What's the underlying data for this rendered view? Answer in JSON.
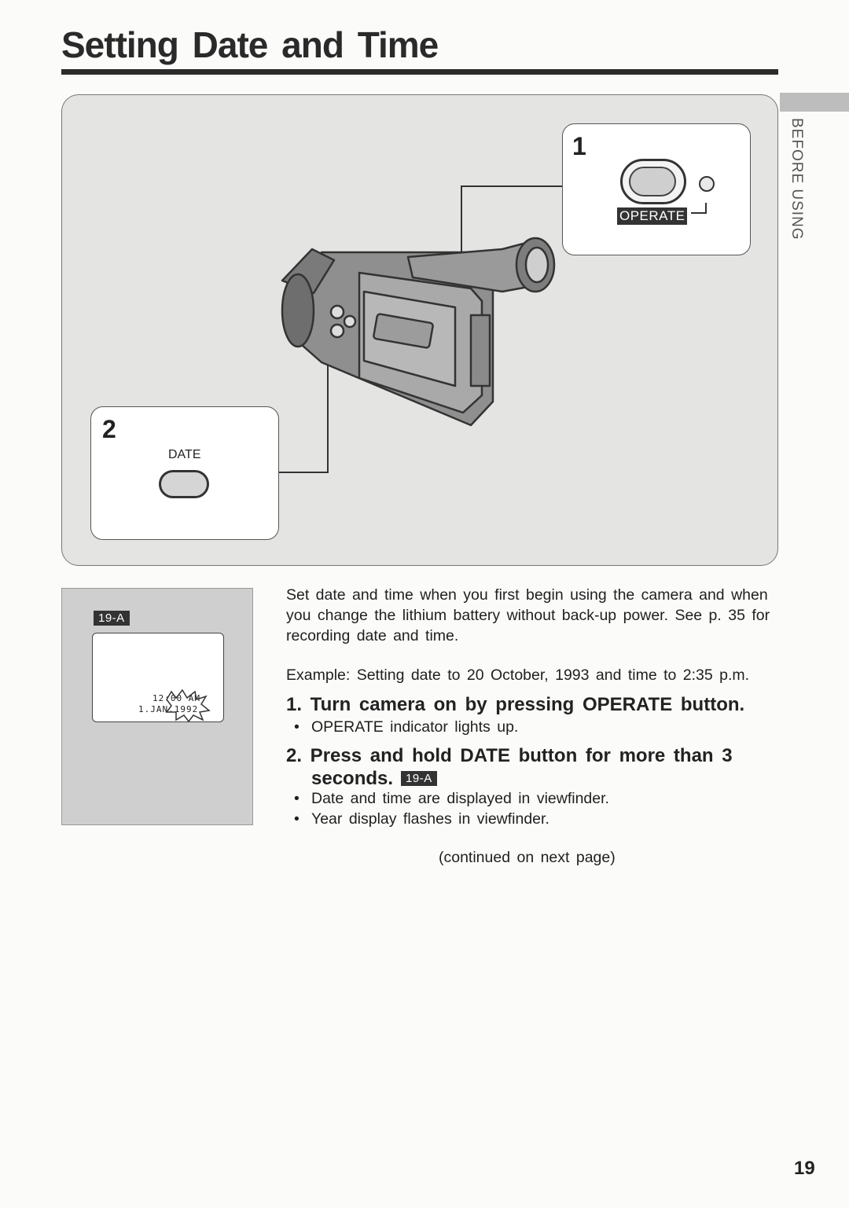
{
  "page": {
    "title": "Setting Date and Time",
    "side_label": "BEFORE USING",
    "page_number": "19"
  },
  "illustration": {
    "callout1": {
      "number": "1",
      "button_label": "OPERATE"
    },
    "callout2": {
      "number": "2",
      "button_label": "DATE"
    }
  },
  "figure_19a": {
    "ref": "19-A",
    "lcd_line1": "12:00 AM",
    "lcd_line2": "1.JAN.1992"
  },
  "text": {
    "intro": "Set date and time when you first begin using the camera and when you change the lithium battery without back-up power. See p. 35 for recording date and time.",
    "example": "Example: Setting date to 20 October, 1993 and time to 2:35 p.m.",
    "step1": "1. Turn camera on by pressing OPERATE button.",
    "step1_bullets": [
      "OPERATE indicator lights up."
    ],
    "step2_line1": "2. Press and hold DATE button for more than 3",
    "step2_line2": "seconds.",
    "step2_ref": "19-A",
    "step2_bullets": [
      "Date and time are displayed in viewfinder.",
      "Year display flashes in viewfinder."
    ],
    "continued": "(continued on next page)"
  }
}
